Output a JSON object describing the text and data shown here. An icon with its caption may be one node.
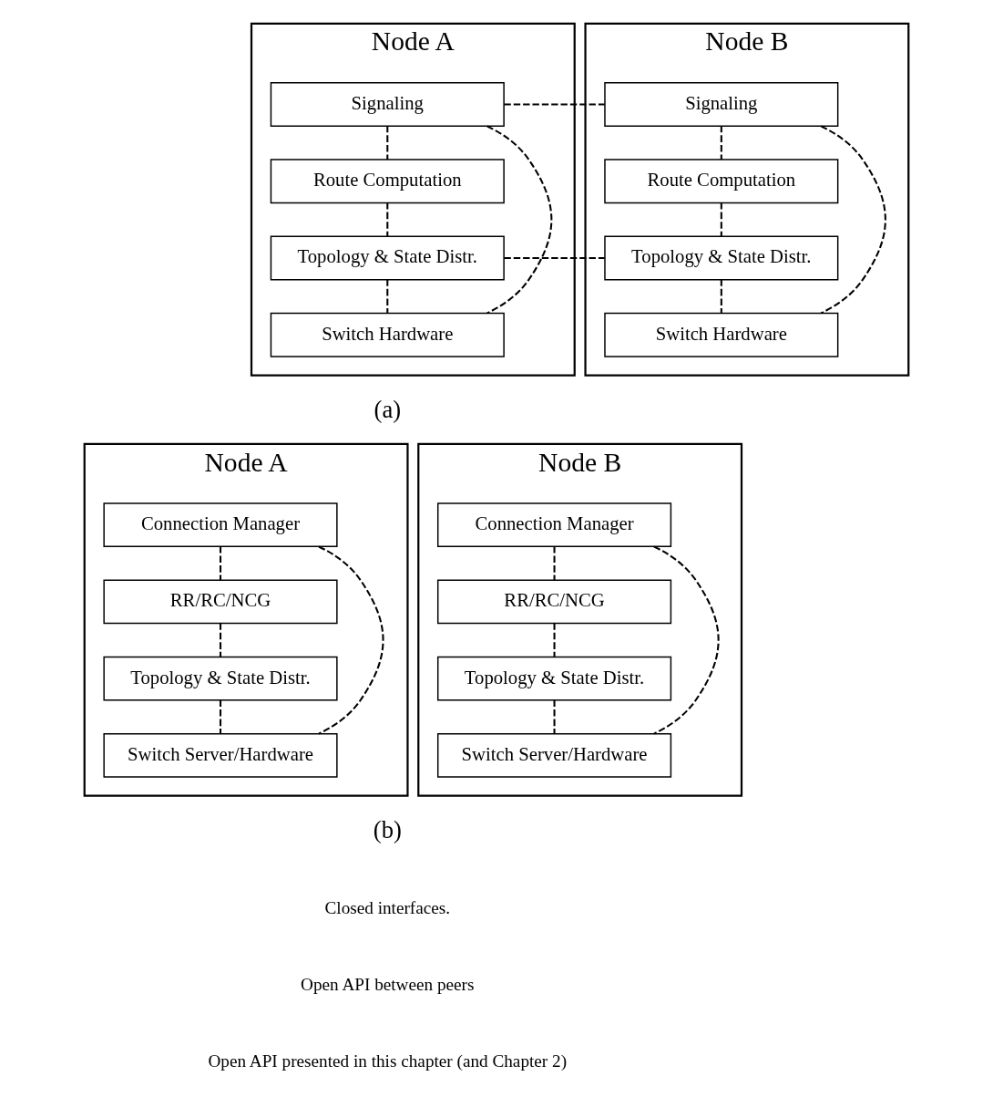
{
  "diagram": {
    "nodes": [
      {
        "text": [
          "Node A"
        ]
      },
      {
        "text": [
          "Signaling"
        ],
        "in": 0
      },
      {
        "text": [
          "Route Computation"
        ],
        "in": 0
      },
      {
        "text": [
          "Topology & State Distr."
        ],
        "in": 0
      },
      {
        "text": [
          "Switch Hardware"
        ],
        "in": 0
      },
      {
        "text": [
          "Node B"
        ]
      },
      {
        "text": [
          "Signaling"
        ],
        "in": 5
      },
      {
        "text": [
          "Route Computation"
        ],
        "in": 5
      },
      {
        "text": [
          "Topology & State Distr."
        ],
        "in": 5
      },
      {
        "text": [
          "Switch Hardware"
        ],
        "in": 5
      },
      {
        "text": [
          "Node A"
        ]
      },
      {
        "text": [
          "Connection Manager"
        ],
        "in": 10
      },
      {
        "text": [
          "RR/RC/NCG"
        ],
        "in": 10
      },
      {
        "text": [
          "Topology & State Distr."
        ],
        "in": 10
      },
      {
        "text": [
          "Switch Server/Hardware"
        ],
        "in": 10
      },
      {
        "text": [
          "Node B"
        ]
      },
      {
        "text": [
          "Connection Manager"
        ],
        "in": 15
      },
      {
        "text": [
          "RR/RC/NCG"
        ],
        "in": 15
      },
      {
        "text": [
          "Topology & State Distr."
        ],
        "in": 15
      },
      {
        "text": [
          "Switch Server/Hardware"
        ],
        "in": 15
      }
    ],
    "edges": [
      {
        "from": 1,
        "to": 2,
        "arrow": "none",
        "style": "dashed"
      },
      {
        "from": 2,
        "to": 3,
        "arrow": "none",
        "style": "dashed"
      },
      {
        "from": 3,
        "to": 4,
        "arrow": "none",
        "style": "dashed"
      },
      {
        "from": 1,
        "to": 4,
        "arrow": "none",
        "style": "dashed"
      },
      {
        "from": 1,
        "to": 6,
        "arrow": "none",
        "style": "dashed"
      },
      {
        "from": 3,
        "to": 8,
        "arrow": "none",
        "style": "dashed"
      },
      {
        "from": 6,
        "to": 7,
        "arrow": "none",
        "style": "dashed"
      },
      {
        "from": 7,
        "to": 8,
        "arrow": "none",
        "style": "dashed"
      },
      {
        "from": 8,
        "to": 9,
        "arrow": "none",
        "style": "dashed"
      },
      {
        "from": 6,
        "to": 9,
        "arrow": "none",
        "style": "dashed"
      },
      {
        "from": 11,
        "to": 12,
        "arrow": "none",
        "style": "dashed"
      },
      {
        "from": 12,
        "to": 13,
        "arrow": "none",
        "style": "dashed"
      },
      {
        "from": 13,
        "to": 14,
        "arrow": "none",
        "style": "dashed"
      },
      {
        "from": 11,
        "to": 14,
        "arrow": "none",
        "style": "dashed"
      },
      {
        "from": 16,
        "to": 17,
        "arrow": "none",
        "style": "dashed"
      },
      {
        "from": 17,
        "to": 18,
        "arrow": "none",
        "style": "dashed"
      },
      {
        "from": 18,
        "to": 19,
        "arrow": "none",
        "style": "dashed"
      },
      {
        "from": 16,
        "to": 19,
        "arrow": "none",
        "style": "dashed"
      }
    ],
    "labels": [
      "(a)",
      "(b)"
    ],
    "legend": [
      {
        "text": "Closed interfaces."
      },
      {
        "text": "Open API between peers"
      },
      {
        "text": "Open API presented in this chapter (and Chapter 2)"
      }
    ]
  }
}
